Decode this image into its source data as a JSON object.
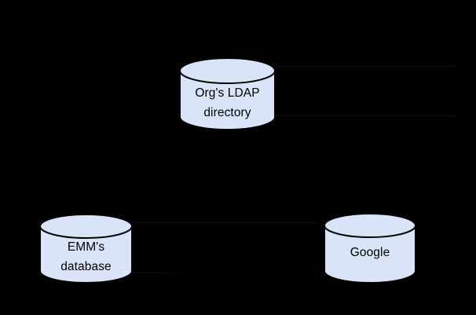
{
  "diagram": {
    "nodes": [
      {
        "id": "orgs-ldap-directory",
        "shape": "database-cylinder",
        "label_line1": "Org's LDAP",
        "label_line2": "directory"
      },
      {
        "id": "emms-database",
        "shape": "database-cylinder",
        "label_line1": "EMM's",
        "label_line2": "database"
      },
      {
        "id": "google",
        "shape": "database-cylinder",
        "label_line1": "Google",
        "label_line2": ""
      }
    ]
  },
  "colors": {
    "background": "#000000",
    "cylinder_fill": "#d9e4f8",
    "cylinder_stroke": "#000000",
    "label_text": "#000000",
    "faint_line": "#10121a"
  }
}
